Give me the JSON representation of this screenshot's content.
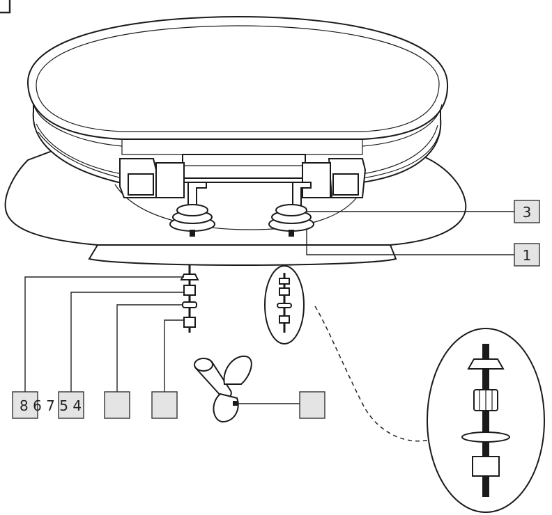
{
  "callouts": {
    "hinge_label": "3",
    "washer_label": "1",
    "bolt_labels": "8 6 7 5 4",
    "empty_box_labels": [
      "",
      "",
      ""
    ]
  },
  "parts": {
    "assembly": "toilet-seat-assembly",
    "detail": "bolt-detail-magnified",
    "tool": "wing-key-tool"
  }
}
